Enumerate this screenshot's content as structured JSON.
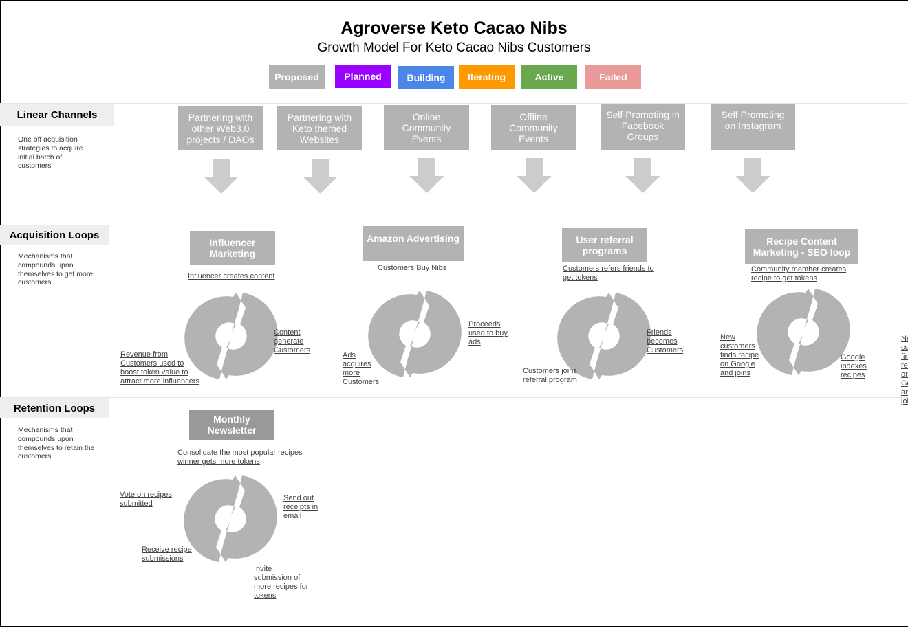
{
  "header": {
    "title": "Agroverse Keto Cacao Nibs",
    "subtitle": "Growth Model For Keto Cacao Nibs Customers"
  },
  "legend": [
    {
      "label": "Proposed",
      "color": "#b3b3b3"
    },
    {
      "label": "Planned",
      "color": "#9900ff"
    },
    {
      "label": "Building",
      "color": "#4a86e8"
    },
    {
      "label": "Iterating",
      "color": "#ff9900"
    },
    {
      "label": "Active",
      "color": "#6aa84f"
    },
    {
      "label": "Failed",
      "color": "#ea9999"
    }
  ],
  "sections": {
    "linear": {
      "title": "Linear Channels",
      "description": "One off acquisition strategies to acquire initial batch of customers"
    },
    "acquisition": {
      "title": "Acquisition Loops",
      "description": "Mechanisms that compounds upon themselves to get more customers"
    },
    "retention": {
      "title": "Retention Loops",
      "description": "Mechanisms that compounds upon themselves to retain the customers"
    }
  },
  "channels": [
    "Partnering with other Web3.0 projects / DAOs",
    "Partnering with Keto themed Websites",
    "Online Community Events",
    "Offline Community Events",
    "Self Promoting in Facebook Groups",
    "Self Promoting on Instagram"
  ],
  "acquisition_loops": [
    {
      "name": "Influencer Marketing",
      "top": "Influencer creates content",
      "right": "Content generate Customers",
      "left": "Revenue from Customers used to boost token value to attract more influencers"
    },
    {
      "name": "Amazon Advertising",
      "top": "Customers Buy Nibs",
      "right": "Proceeds used to buy ads",
      "left": "Ads acquires more Customers"
    },
    {
      "name": "User referral programs",
      "top": "Customers refers friends to get tokens",
      "right": "Friends becomes Customers",
      "left": "Customers joins referral program"
    },
    {
      "name": "Recipe Content Marketing - SEO loop",
      "top": "Community member creates recipe to get tokens",
      "right": "Google indexes recipes",
      "left": "New customers finds recipe on Google and joins",
      "cut": "New customers finds recipe on Google and joins"
    }
  ],
  "retention_loops": [
    {
      "name": "Monthly Newsletter",
      "top": "Consolidate the most popular recipes winner gets more tokens",
      "right": "Send out receipts in email",
      "left": "Vote on recipes submitted",
      "bottom_left": "Receive recipe submissions",
      "bottom_right": "Invite submission of more recipes for tokens"
    }
  ],
  "colors": {
    "proposed": "#b3b3b3",
    "newsletter": "#999999",
    "arrow": "#cccccc",
    "loop": "#b3b3b3"
  }
}
